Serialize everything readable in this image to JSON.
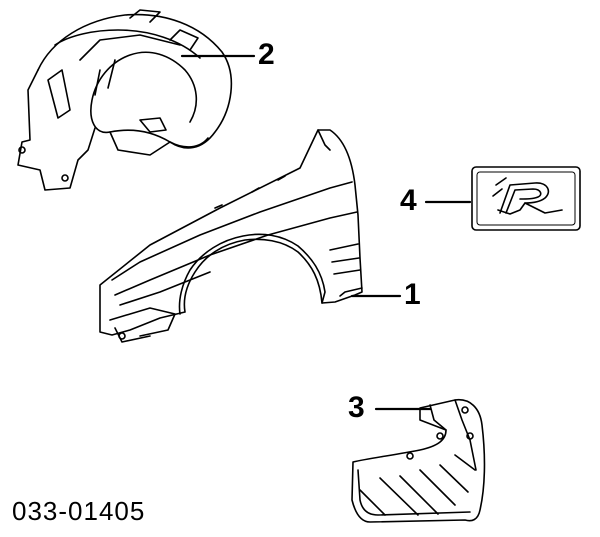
{
  "diagram": {
    "code": "033-01405",
    "callouts": [
      {
        "number": "1",
        "part": "fender"
      },
      {
        "number": "2",
        "part": "inner-wheel-liner"
      },
      {
        "number": "3",
        "part": "mud-flap"
      },
      {
        "number": "4",
        "part": "r-emblem"
      }
    ]
  },
  "colors": {
    "ink": "#000000",
    "paper": "#ffffff"
  }
}
